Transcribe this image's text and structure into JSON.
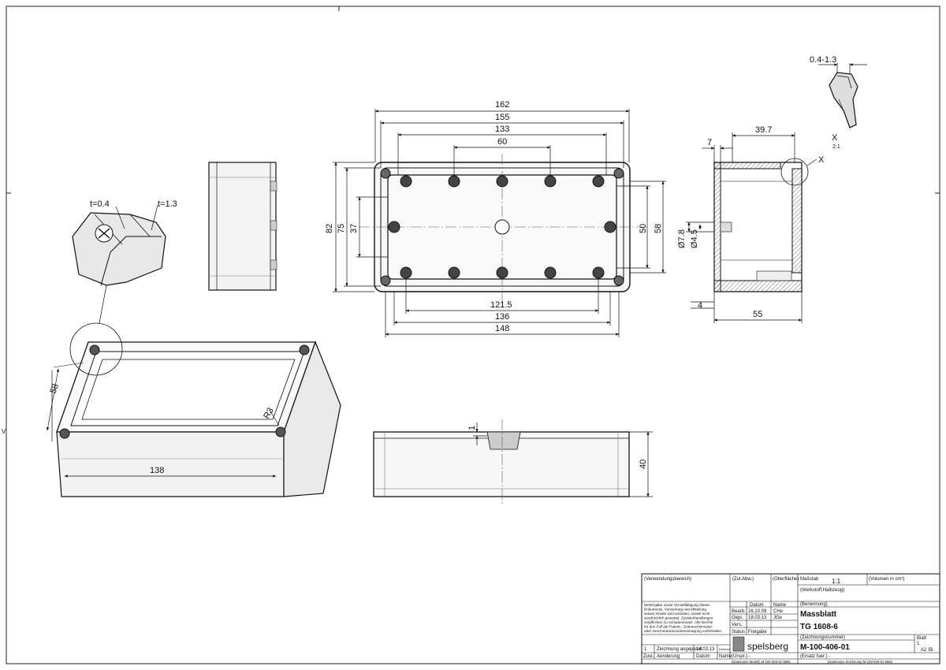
{
  "drawing": {
    "detail_x": {
      "dim_label": "0.4-1.3",
      "marker": "X",
      "scale": "2:1",
      "callout": "X"
    },
    "seal_detail": {
      "t1": "t=0.4",
      "t2": "t=1.3"
    },
    "side_mark": "V",
    "top_view_dims": {
      "d162": "162",
      "d155": "155",
      "d133": "133",
      "d60": "60",
      "d82": "82",
      "d75": "75",
      "d37": "37",
      "d50": "50",
      "d58": "58",
      "d121_5": "121.5",
      "d136": "136",
      "d148": "148"
    },
    "section_dims": {
      "d39_7": "39.7",
      "d7": "7",
      "d7_8": "Ø7.8",
      "d4_5": "Ø4.5",
      "d4": "4",
      "d55": "55"
    },
    "iso_dims": {
      "d58": "58",
      "d138": "138",
      "r3": "R3"
    },
    "front_dims": {
      "d1": "1",
      "d40": "40"
    }
  },
  "title_block": {
    "verwendungsbereich": "(Verwendungsbereich)",
    "zul_abw": "(Zul.Abw.)",
    "oberflaeche": "(Oberfläche)",
    "massstab_label": "Maßstab",
    "massstab": "1:1",
    "volumen": "(Volumen in cm³)",
    "werkstoff": "(Werkstoff,Halbzeug)",
    "legal": [
      "Weitergabe sowie Vervielfältigung dieses",
      "Dokuments, Verwertung und Mitteilung",
      "seines Inhalts sind verboten, soweit nicht",
      "ausdrücklich gestattet. Zuwiderhandlungen",
      "verpflichten zu Schadenersatz. Alle Rechte",
      "für den Fall der Patent-, Gebrauchsmuster-",
      "oder Geschmacksmustereintragung vorbehalten."
    ],
    "datum_head": "Datum",
    "name_head": "Name",
    "rows": [
      {
        "label": "Bearb.",
        "date": "26.10.09",
        "name": "CHe"
      },
      {
        "label": "Gepr.",
        "date": "18.03.13",
        "name": "JGe"
      },
      {
        "label": "Vers.",
        "date": "",
        "name": ""
      },
      {
        "label": "Status",
        "date": "Freigabe",
        "name": ""
      }
    ],
    "benennung_label": "(Benennung)",
    "benennung_1": "Massblatt",
    "benennung_2": "TG 1608-6",
    "zeichnungsnummer_label": "(Zeichnungsnummer)",
    "zeichnungsnummer": "M-100-406-01",
    "blatt_label": "Blatt",
    "blatt": "1",
    "format": "A2",
    "bl": "Bl.",
    "rev_no": "1",
    "rev_text": "Zeichnung angepasst",
    "rev_date": "14.03.13",
    "rev_name": "Kemche",
    "zust": "Zust.",
    "aenderung": "Aenderung",
    "rev_datum": "Datum",
    "rev_name_head": "Name",
    "urspr": "(Urspr.) -",
    "ersatz": "(Ersatz fuer:) -",
    "brand": "spelsberg",
    "footer_model": "(Dateiname Modell) M-100-406-01-8665",
    "footer_drawing": "(Dateiname Zeichnung) M-100-406-01-8665"
  }
}
